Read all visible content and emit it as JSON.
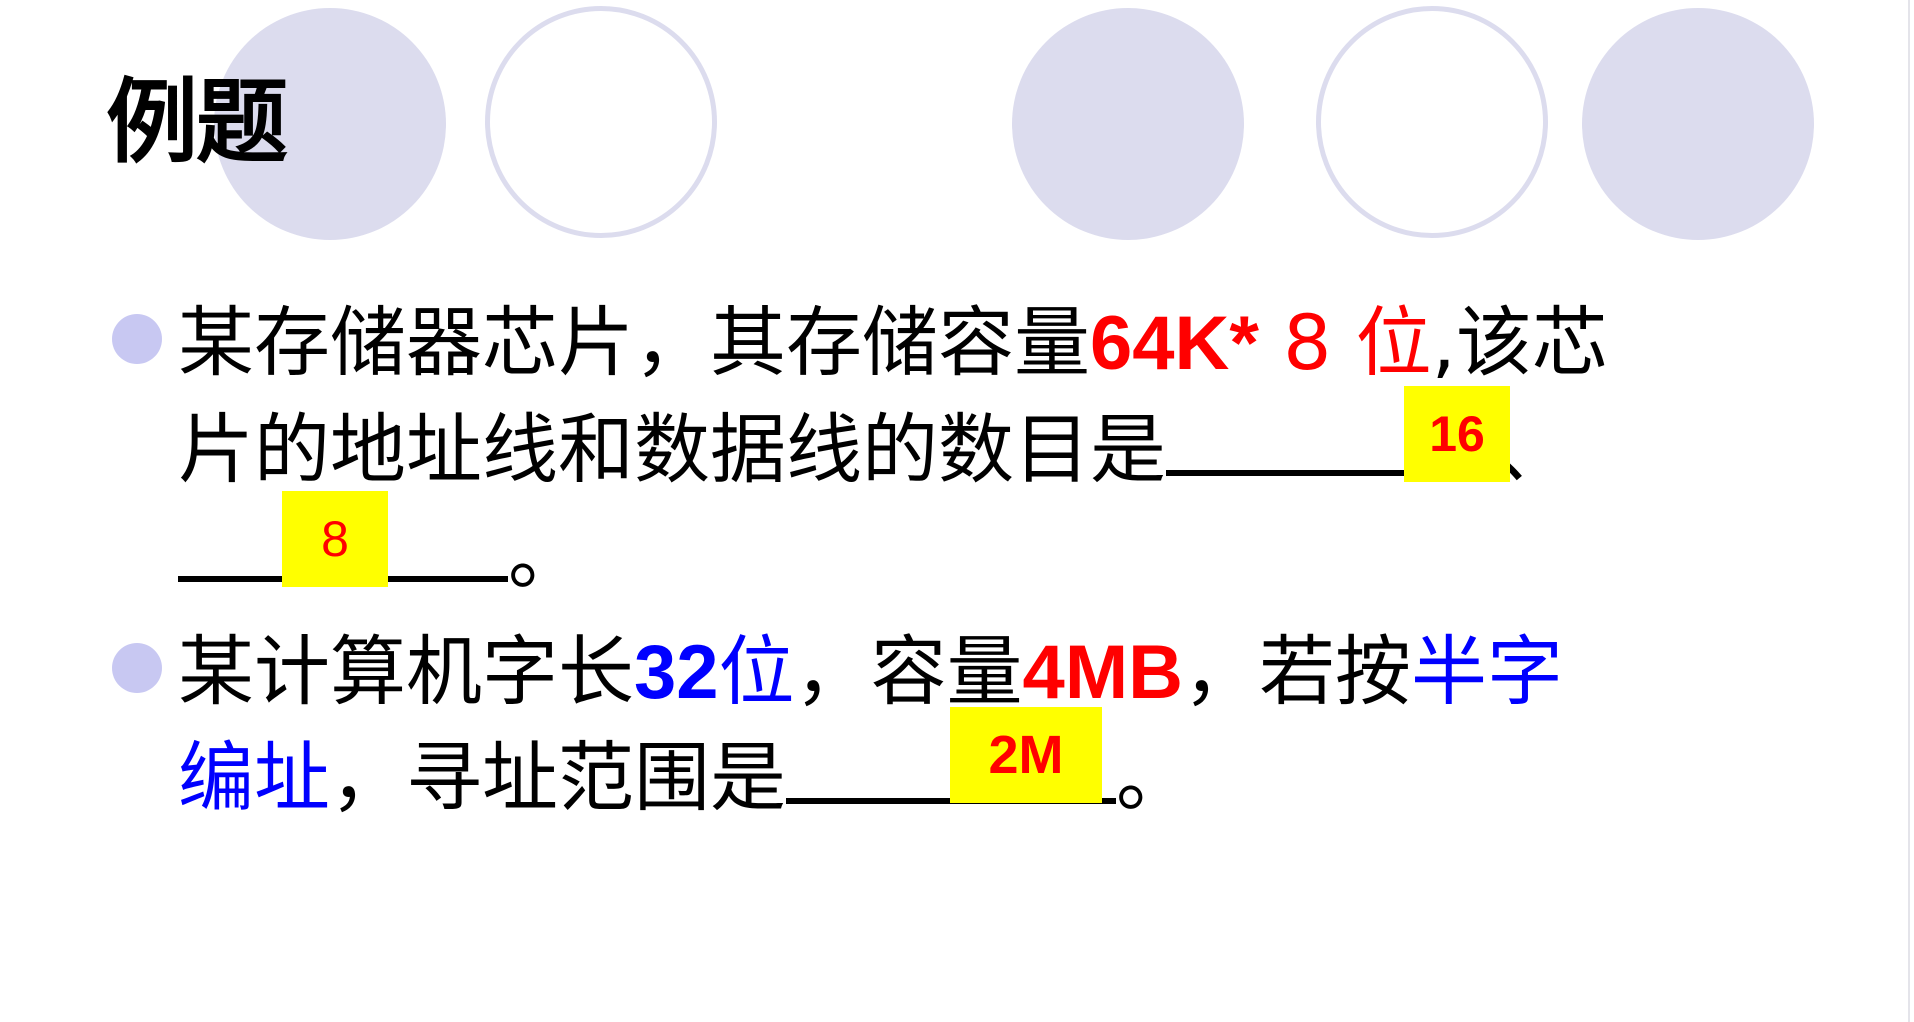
{
  "title": "例题",
  "colors": {
    "circle": "#dcdcee",
    "bullet": "#c8c8f2",
    "highlight": "#ffff00",
    "red": "#ff0000",
    "blue": "#0000ff"
  },
  "q1": {
    "t1": "某存储器芯片，其存储容量",
    "cap": "64K*",
    "bits": " 8 位",
    "t2": ",该芯",
    "t3": "片的地址线和数据线的数目是",
    "sep": "、",
    "end": "。",
    "ans1": "16",
    "ans2": "8"
  },
  "q2": {
    "t1": "某计算机字长",
    "num": "32",
    "unit": "位",
    "t2": "，容量",
    "cap": "4MB",
    "t3": "，若按",
    "mode1": "半字",
    "mode2": "编址",
    "t4": "，寻址范围是",
    "end": "。",
    "ans": "2M"
  }
}
